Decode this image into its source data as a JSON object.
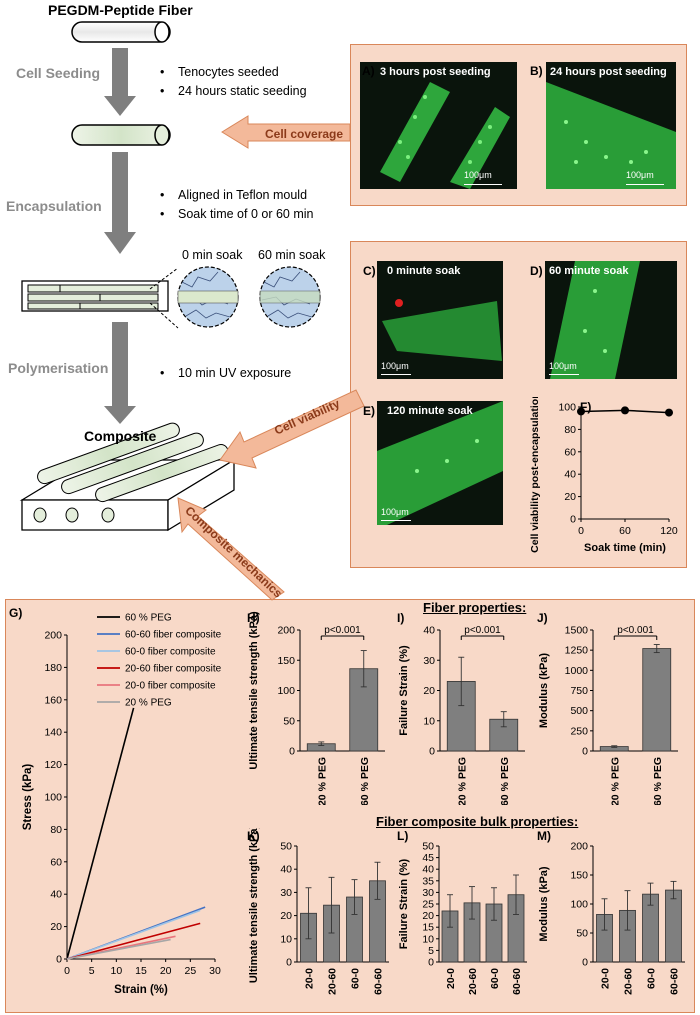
{
  "header": {
    "title": "PEGDM-Peptide Fiber"
  },
  "steps": {
    "seeding": {
      "label": "Cell Seeding",
      "bullets": [
        "Tenocytes seeded",
        "24 hours static seeding"
      ]
    },
    "encapsulation": {
      "label": "Encapsulation",
      "bullets": [
        "Aligned in Teflon mould",
        "Soak time of 0 or 60 min"
      ]
    },
    "polymerisation": {
      "label": "Polymerisation",
      "bullets": [
        "10 min UV exposure"
      ]
    },
    "composite": {
      "label": "Composite"
    }
  },
  "soak_labels": {
    "zero": "0 min soak",
    "sixty": "60 min soak"
  },
  "arrows": {
    "coverage": "Cell coverage",
    "viability": "Cell viability",
    "mechanics": "Composite mechanics"
  },
  "panels": {
    "A": {
      "letter": "A)",
      "title": "3 hours post seeding",
      "scale": "100μm"
    },
    "B": {
      "letter": "B)",
      "title": "24 hours post seeding",
      "scale": "100μm"
    },
    "C": {
      "letter": "C)",
      "title": "0 minute soak",
      "scale": "100μm"
    },
    "D": {
      "letter": "D)",
      "title": "60 minute soak",
      "scale": "100μm"
    },
    "E": {
      "letter": "E)",
      "title": "120 minute soak",
      "scale": "100μm"
    }
  },
  "headings": {
    "fiber": "Fiber properties:",
    "bulk": "Fiber composite bulk properties:"
  },
  "colors": {
    "panel_bg": "#f8d9c8",
    "panel_border": "#d9875a",
    "arrow": "#f3b99a",
    "bar": "#7f7f7f",
    "step_gray": "#8c8c8c",
    "micro_green": "#3fd04a"
  },
  "chart_data": [
    {
      "id": "F",
      "letter": "F)",
      "type": "line",
      "x": [
        0,
        60,
        120
      ],
      "y": [
        96,
        97,
        95
      ],
      "xlabel": "Soak time (min)",
      "ylabel": "Cell viability post-encapsulation (%)",
      "xlim": [
        0,
        120
      ],
      "ylim": [
        0,
        100
      ],
      "xticks": [
        "0",
        "60",
        "120"
      ],
      "yticks": [
        "0",
        "20",
        "40",
        "60",
        "80",
        "100"
      ]
    },
    {
      "id": "G",
      "letter": "G)",
      "type": "line",
      "xlabel": "Strain (%)",
      "ylabel": "Stress (kPa)",
      "xlim": [
        0,
        30
      ],
      "ylim": [
        0,
        200
      ],
      "xticks": [
        "0",
        "5",
        "10",
        "15",
        "20",
        "25",
        "30"
      ],
      "yticks": [
        "0",
        "20",
        "40",
        "60",
        "80",
        "100",
        "120",
        "140",
        "160",
        "180",
        "200"
      ],
      "legend": "top-left",
      "series": [
        {
          "name": "60 % PEG",
          "color": "#000000",
          "x": [
            0,
            13.5
          ],
          "y": [
            0,
            155
          ]
        },
        {
          "name": "60-60 fiber composite",
          "color": "#4472c4",
          "x": [
            0,
            28
          ],
          "y": [
            0,
            32
          ]
        },
        {
          "name": "60-0 fiber composite",
          "color": "#9dc3e6",
          "x": [
            0,
            27
          ],
          "y": [
            0,
            30
          ]
        },
        {
          "name": "20-60 fiber composite",
          "color": "#c00000",
          "x": [
            0,
            27
          ],
          "y": [
            0,
            22
          ]
        },
        {
          "name": "20-0 fiber composite",
          "color": "#e8747c",
          "x": [
            0,
            22
          ],
          "y": [
            0,
            14
          ]
        },
        {
          "name": "20 % PEG",
          "color": "#a6a6a6",
          "x": [
            0,
            21
          ],
          "y": [
            0,
            12
          ]
        }
      ]
    },
    {
      "id": "H",
      "letter": "H)",
      "type": "bar",
      "categories": [
        "20 % PEG",
        "60 % PEG"
      ],
      "values": [
        12,
        136
      ],
      "errors": [
        3,
        30
      ],
      "ylabel": "Ultimate tensile strength (kPa)",
      "ylim": [
        0,
        200
      ],
      "yticks": [
        "0",
        "50",
        "100",
        "150",
        "200"
      ],
      "annotation": "p<0.001"
    },
    {
      "id": "I",
      "letter": "I)",
      "type": "bar",
      "categories": [
        "20 % PEG",
        "60 % PEG"
      ],
      "values": [
        23,
        10.5
      ],
      "errors": [
        8,
        2.5
      ],
      "ylabel": "Failure Strain (%)",
      "ylim": [
        0,
        40
      ],
      "yticks": [
        "0",
        "10",
        "20",
        "30",
        "40"
      ],
      "annotation": "p<0.001"
    },
    {
      "id": "J",
      "letter": "J)",
      "type": "bar",
      "categories": [
        "20 % PEG",
        "60 % PEG"
      ],
      "values": [
        55,
        1270
      ],
      "errors": [
        10,
        50
      ],
      "ylabel": "Modulus (kPa)",
      "ylim": [
        0,
        1500
      ],
      "yticks": [
        "0",
        "250",
        "500",
        "750",
        "1000",
        "1250",
        "1500"
      ],
      "annotation": "p<0.001"
    },
    {
      "id": "K",
      "letter": "K)",
      "type": "bar",
      "categories": [
        "20-0",
        "20-60",
        "60-0",
        "60-60"
      ],
      "values": [
        21,
        24.5,
        28,
        35
      ],
      "errors": [
        11,
        12,
        7.5,
        8
      ],
      "ylabel": "Ultimate tensile strength (kPa)",
      "ylim": [
        0,
        50
      ],
      "yticks": [
        "0",
        "10",
        "20",
        "30",
        "40",
        "50"
      ]
    },
    {
      "id": "L",
      "letter": "L)",
      "type": "bar",
      "categories": [
        "20-0",
        "20-60",
        "60-0",
        "60-60"
      ],
      "values": [
        22,
        25.5,
        25,
        29
      ],
      "errors": [
        7,
        7,
        7,
        8.5
      ],
      "ylabel": "Failure Strain (%)",
      "ylim": [
        0,
        50
      ],
      "yticks": [
        "0",
        "5",
        "10",
        "15",
        "20",
        "25",
        "30",
        "35",
        "40",
        "45",
        "50"
      ]
    },
    {
      "id": "M",
      "letter": "M)",
      "type": "bar",
      "categories": [
        "20-0",
        "20-60",
        "60-0",
        "60-60"
      ],
      "values": [
        82,
        89,
        117,
        124
      ],
      "errors": [
        27,
        34,
        19,
        15
      ],
      "ylabel": "Modulus (kPa)",
      "ylim": [
        0,
        200
      ],
      "yticks": [
        "0",
        "50",
        "100",
        "150",
        "200"
      ]
    }
  ]
}
